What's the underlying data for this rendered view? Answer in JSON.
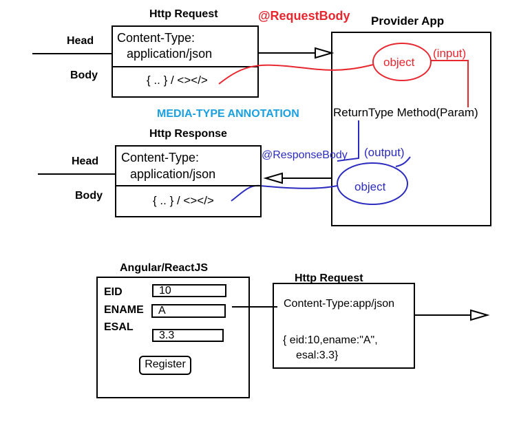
{
  "colors": {
    "red": "#e8262e",
    "blue": "#2b2bbf",
    "cyan": "#1aa0e0",
    "black": "#000000"
  },
  "request": {
    "title": "Http Request",
    "head": "Head",
    "body": "Body",
    "content_type_1": "Content-Type:",
    "content_type_2": "application/json",
    "payload": "{ .. } / <></>"
  },
  "request_body_annotation": "@RequestBody",
  "provider": {
    "title": "Provider App",
    "object_in": "object",
    "input": "(input)",
    "method": "ReturnType Method(Param)",
    "output": "(output)",
    "object_out": "object"
  },
  "media_type_annotation": "MEDIA-TYPE ANNOTATION",
  "response": {
    "title": "Http Response",
    "head": "Head",
    "body": "Body",
    "content_type_1": "Content-Type:",
    "content_type_2": "application/json",
    "payload": "{ .. } / <></>"
  },
  "response_body_annotation": "@ResponseBody",
  "client": {
    "title": "Angular/ReactJS",
    "eid_label": "EID",
    "eid_value": "10",
    "ename_label": "ENAME",
    "ename_value": "A",
    "esal_label": "ESAL",
    "esal_value": "3.3",
    "register": "Register"
  },
  "request2": {
    "title": "Http Request",
    "content_type": "Content-Type:app/json",
    "payload_1": "{ eid:10,ename:\"A\",",
    "payload_2": "esal:3.3}"
  }
}
